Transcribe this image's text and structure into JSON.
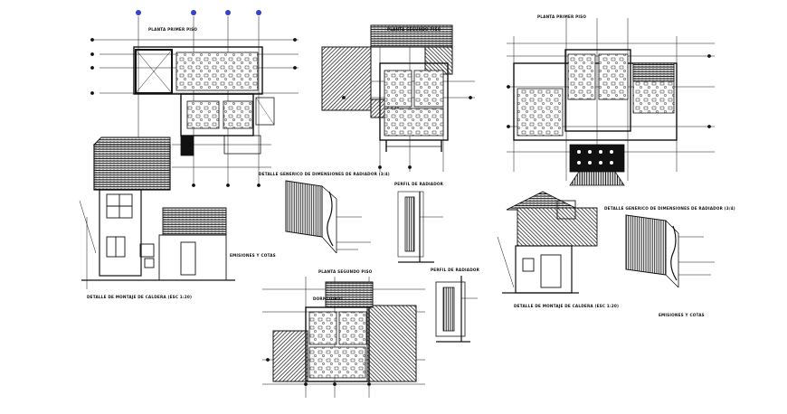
{
  "drawing": {
    "title_planta_primer_piso_1": "PLANTA PRIMER PISO",
    "title_planta_segundo_piso_1": "PLANTA SEGUNDO PISO",
    "title_planta_primer_piso_2": "PLANTA PRIMER PISO",
    "title_planta_segundo_piso_2": "PLANTA SEGUNDO PISO",
    "detalle_radiador_1": "DETALLE GENERICO DE DIMENSIONES DE RADIADOR (3/4)",
    "detalle_radiador_2": "DETALLE GENERICO DE DIMENSIONES DE RADIADOR (3/4)",
    "perfil_radiador_1": "PERFIL DE RADIADOR",
    "perfil_radiador_2": "PERFIL DE RADIADOR",
    "detalle_caldera_1": "DETALLE DE MONTAJE DE CALDERA (ESC 1:20)",
    "detalle_caldera_2": "DETALLE DE MONTAJE DE CALDERA (ESC 1:20)",
    "emisiones_1": "EMISIONES Y COTAS",
    "emisiones_2": "EMISIONES Y COTAS",
    "dormitorio": "DORMITORIO"
  },
  "colors": {
    "ink": "#111111",
    "grid_marker": "#3344cc",
    "background": "#ffffff"
  }
}
